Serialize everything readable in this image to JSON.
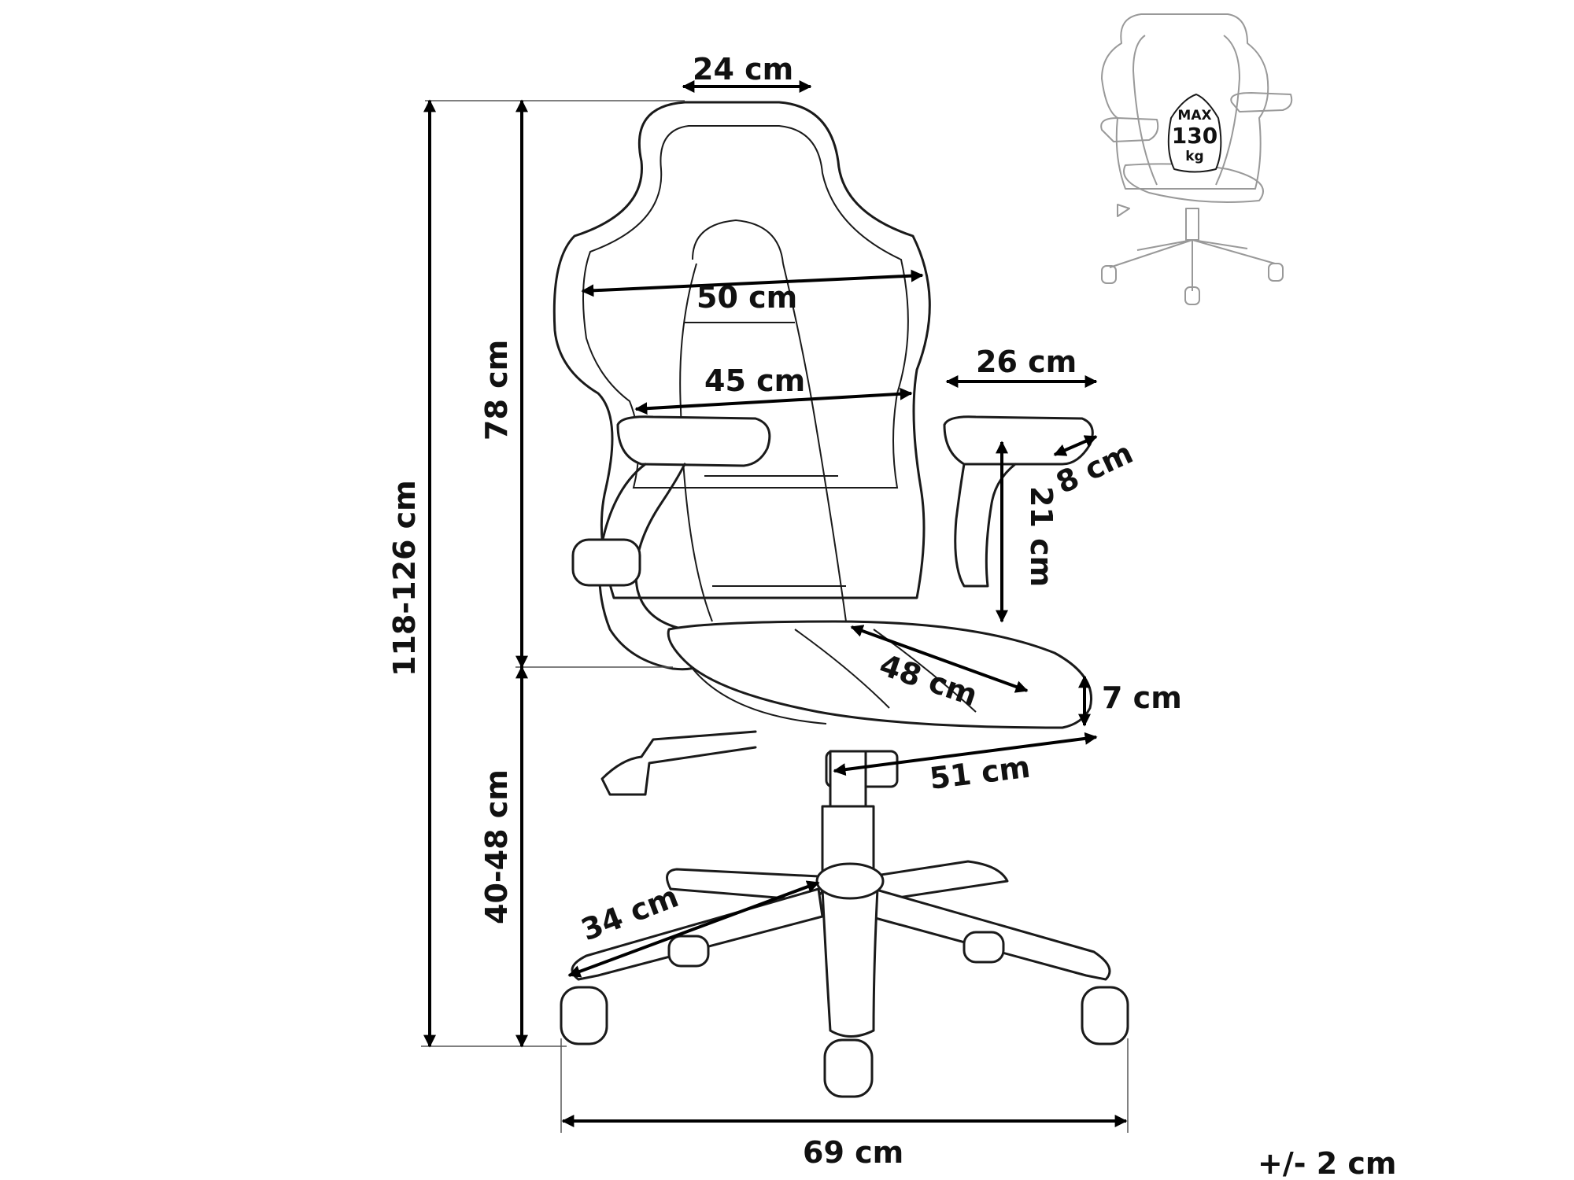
{
  "dimensions": {
    "headrest_width": "24 cm",
    "shoulder_width": "50 cm",
    "back_width": "45 cm",
    "armrest_length": "26 cm",
    "armrest_width": "8 cm",
    "armrest_height": "21 cm",
    "seat_depth": "48 cm",
    "seat_thickness": "7 cm",
    "seat_width": "51 cm",
    "backrest_height": "78 cm",
    "total_height": "118-126 cm",
    "seat_height": "40-48 cm",
    "base_leg": "34 cm",
    "base_width": "69 cm"
  },
  "max_load": {
    "prefix": "MAX",
    "value": "130",
    "unit": "kg"
  },
  "tolerance": "+/- 2 cm",
  "colors": {
    "line": "#1a1a1a",
    "thumbnail_line": "#999999"
  },
  "icons": {
    "thumbnail": "chair-thumbnail-icon",
    "badge": "weight-badge-icon"
  }
}
